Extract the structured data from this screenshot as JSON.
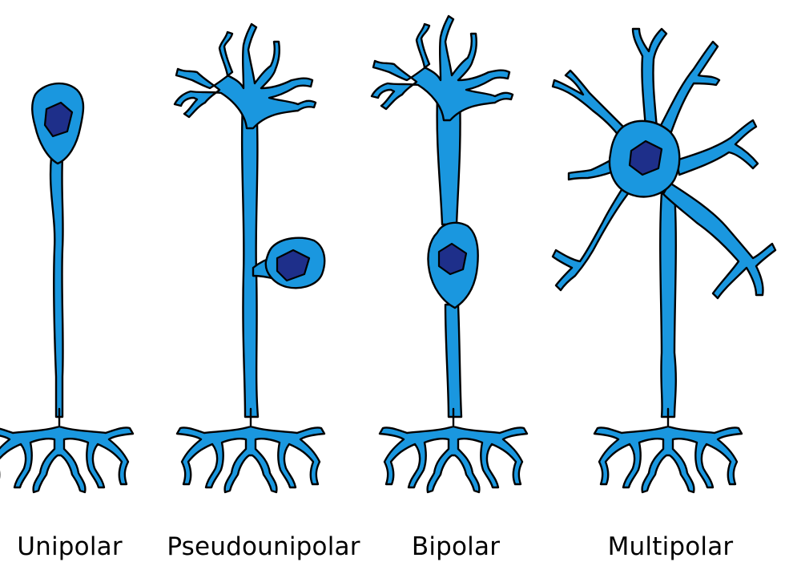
{
  "labels": {
    "unipolar": "Unipolar",
    "pseudounipolar": "Pseudounipolar",
    "bipolar": "Bipolar",
    "multipolar": "Multipolar"
  },
  "colors": {
    "cell_fill": "#1a97df",
    "nucleus_fill": "#1e2f8a",
    "outline": "#000000",
    "background": "#ffffff"
  }
}
